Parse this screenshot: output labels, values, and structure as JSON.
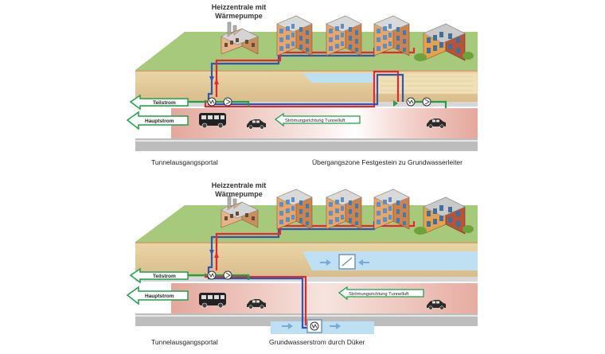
{
  "colors": {
    "ground_top": "#a8cc7a",
    "ground_front": "#e2c79a",
    "tunnel": "#e8b2a8",
    "water": "#bfe0f2",
    "supply": "#e8262b",
    "return": "#2f56b0",
    "stream_arrow": "#1fa14a"
  },
  "top_panel": {
    "central_label_line1": "Heizzentrale mit",
    "central_label_line2": "Wärmepumpe",
    "arrow_partial_label": "Teilstrom",
    "arrow_main_label": "Hauptstrom",
    "airflow_label": "Strömungsrichtung Tunnelluft",
    "caption_left": "Tunnelausgangsportal",
    "caption_right": "Übergangszone Festgestein zu Grundwasserleiter"
  },
  "bottom_panel": {
    "central_label_line1": "Heizzentrale mit",
    "central_label_line2": "Wärmepumpe",
    "arrow_partial_label": "Teilstrom",
    "arrow_main_label": "Hauptstrom",
    "airflow_label": "Strömungsrichtung Tunnelluft",
    "caption_left": "Tunnelausgangsportal",
    "caption_right": "Grundwasserstrom durch Düker"
  },
  "icons": [
    "heat-pump-factory-icon",
    "apartment-building-icon",
    "school-building-icon",
    "bus-icon",
    "car-icon",
    "heat-exchanger-icon",
    "pump-icon"
  ]
}
